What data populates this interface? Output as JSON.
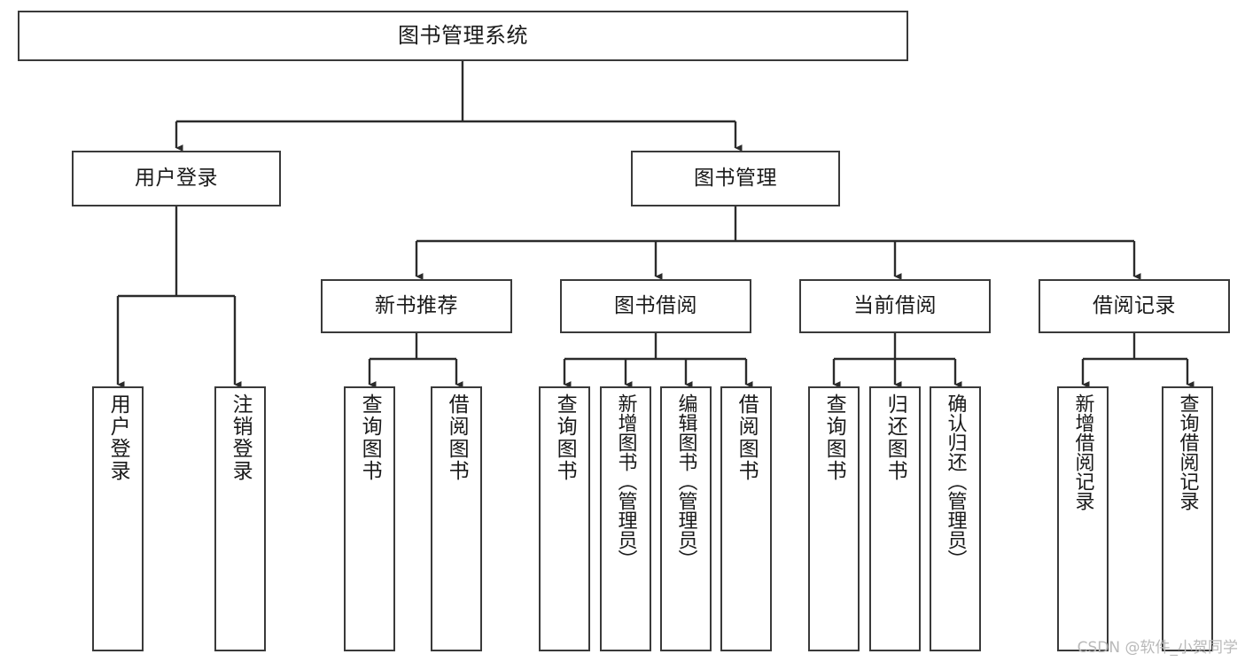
{
  "diagram": {
    "title": "图书管理系统",
    "type": "tree-hierarchy",
    "colors": {
      "box_border": "#3a3a3a",
      "box_fill": "#ffffff",
      "edge": "#2b2b2b",
      "text": "#1a1a1a",
      "watermark": "#b9b9b9"
    },
    "watermark": "CSDN @软件_小贺同学",
    "nodes": {
      "root": {
        "label": "图书管理系统"
      },
      "level2": [
        {
          "label": "用户登录"
        },
        {
          "label": "图书管理"
        }
      ],
      "level3": [
        {
          "label": "新书推荐"
        },
        {
          "label": "图书借阅"
        },
        {
          "label": "当前借阅"
        },
        {
          "label": "借阅记录"
        }
      ],
      "leaves": {
        "user_login": [
          {
            "label": "用户登录"
          },
          {
            "label": "注销登录"
          }
        ],
        "new_book_recommend": [
          {
            "label": "查询图书"
          },
          {
            "label": "借阅图书"
          }
        ],
        "book_borrow": [
          {
            "label": "查询图书"
          },
          {
            "label": "新增图书（管理员）"
          },
          {
            "label": "编辑图书（管理员）"
          },
          {
            "label": "借阅图书"
          }
        ],
        "current_borrow": [
          {
            "label": "查询图书"
          },
          {
            "label": "归还图书"
          },
          {
            "label": "确认归还（管理员）"
          }
        ],
        "borrow_record": [
          {
            "label": "新增借阅记录"
          },
          {
            "label": "查询借阅记录"
          }
        ]
      }
    }
  }
}
